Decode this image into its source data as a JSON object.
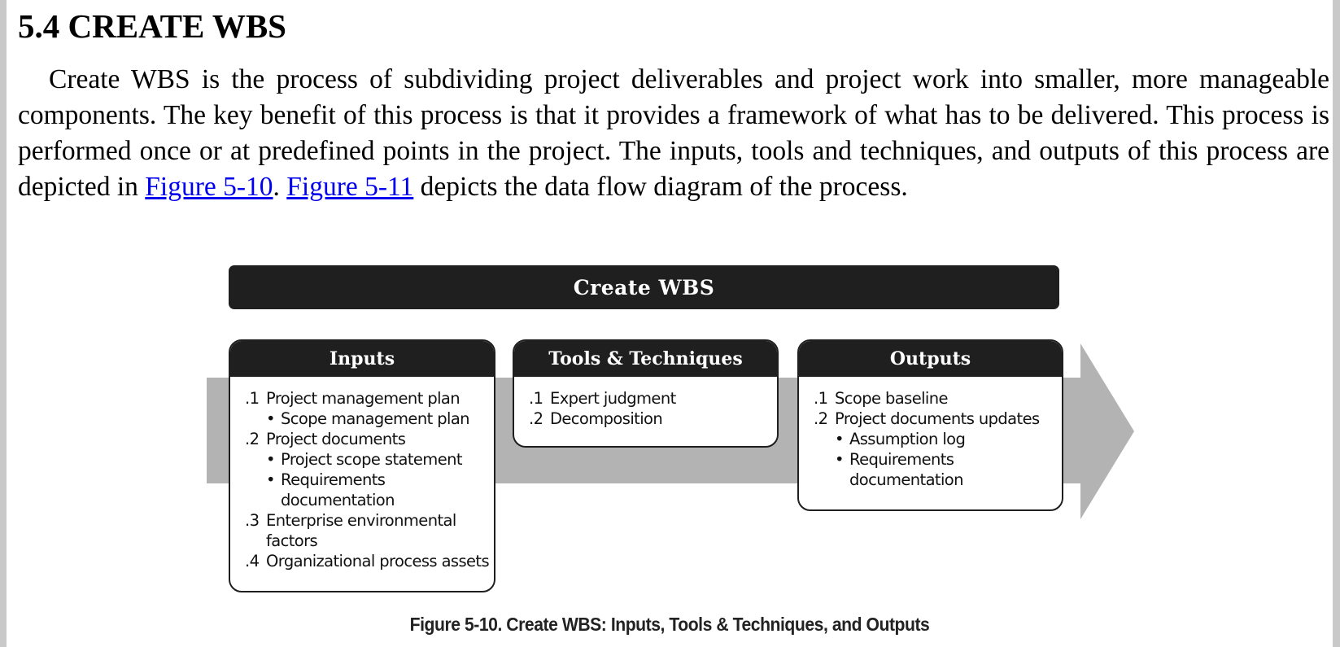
{
  "heading": "5.4 CREATE WBS",
  "paragraph": {
    "text_1": "Create WBS is the process of subdividing project deliverables and project work into smaller, more manageable components. The key benefit of this process is that it provides a framework of what has to be delivered. This process is performed once or at predefined points in the project. The inputs, tools and techniques, and outputs of this process are depicted in ",
    "link_1": "Figure 5-10",
    "text_2": ". ",
    "link_2": "Figure 5-11",
    "text_3": " depicts the data flow diagram of the process."
  },
  "figure": {
    "title": "Create WBS",
    "inputs": {
      "heading": "Inputs",
      "line_1_num": ".1",
      "line_1": "Project management plan",
      "line_1a": "Scope management plan",
      "line_2_num": ".2",
      "line_2": "Project documents",
      "line_2a": "Project scope statement",
      "line_2b": "Requirements",
      "line_2b_cont": "documentation",
      "line_3_num": ".3",
      "line_3": "Enterprise environmental",
      "line_3_cont": "factors",
      "line_4_num": ".4",
      "line_4": "Organizational process assets"
    },
    "tools": {
      "heading": "Tools & Techniques",
      "line_1_num": ".1",
      "line_1": "Expert judgment",
      "line_2_num": ".2",
      "line_2": "Decomposition"
    },
    "outputs": {
      "heading": "Outputs",
      "line_1_num": ".1",
      "line_1": "Scope baseline",
      "line_2_num": ".2",
      "line_2": "Project documents updates",
      "line_2a": "Assumption log",
      "line_2b": "Requirements",
      "line_2b_cont": "documentation"
    },
    "bullet": "•",
    "caption": "Figure 5-10. Create WBS: Inputs, Tools & Techniques, and Outputs"
  },
  "colors": {
    "arrow": "#b3b3b3",
    "box_header": "#1f1f1f",
    "link": "#0000ee"
  }
}
